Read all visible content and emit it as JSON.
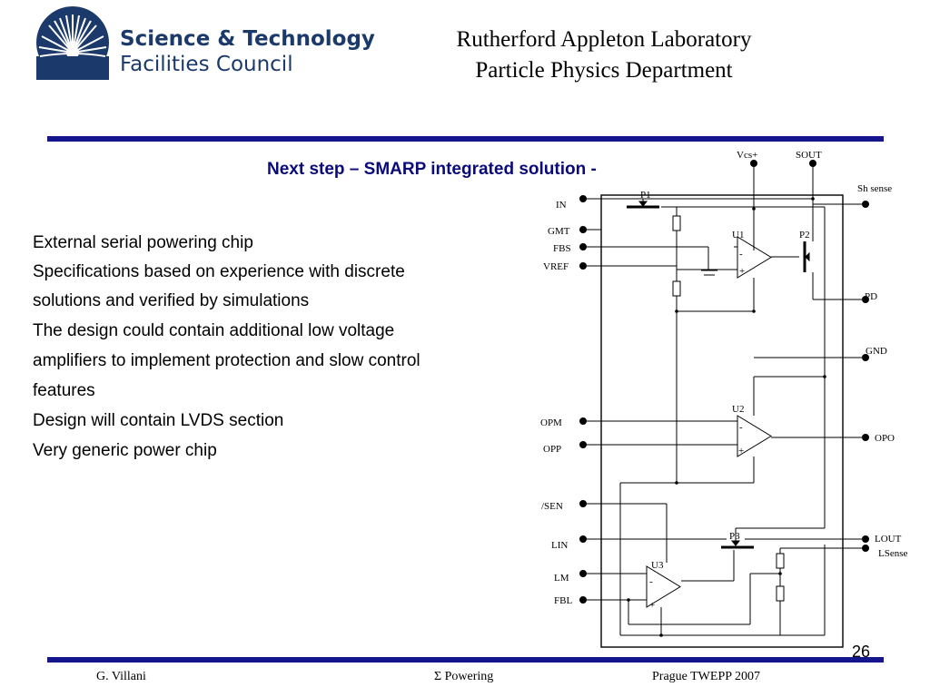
{
  "header": {
    "logo_line1": "Science & Technology",
    "logo_line2": "Facilities Council",
    "lab_line1": "Rutherford Appleton Laboratory",
    "lab_line2": "Particle Physics Department"
  },
  "slide": {
    "title": "Next step – SMARP integrated solution -",
    "bullets": [
      "External serial powering chip",
      "Specifications based on experience with discrete",
      "solutions and verified by simulations",
      "The design could contain additional low voltage",
      "amplifiers to implement protection and slow control",
      "features",
      "Design will contain LVDS section",
      "Very generic power chip"
    ]
  },
  "diagram": {
    "pins_left": [
      "IN",
      "GMT",
      "FBS",
      "VREF",
      "OPM",
      "OPP",
      "/SEN",
      "LIN",
      "LM",
      "FBL"
    ],
    "pins_top": [
      "Vcs+",
      "SOUT"
    ],
    "pins_right": [
      "Sh sense",
      "PD",
      "GND",
      "OPO",
      "LOUT",
      "LSense"
    ],
    "components": [
      "P1",
      "P2",
      "P3",
      "U1",
      "U2",
      "U3"
    ],
    "minus": "-",
    "plus": "+"
  },
  "footer": {
    "author": "G. Villani",
    "topic": "Σ Powering",
    "event": "Prague TWEPP 2007",
    "page": "26"
  },
  "colors": {
    "navy": "#1b3a6b",
    "rule": "#16168c",
    "title": "#0a0a7a"
  }
}
